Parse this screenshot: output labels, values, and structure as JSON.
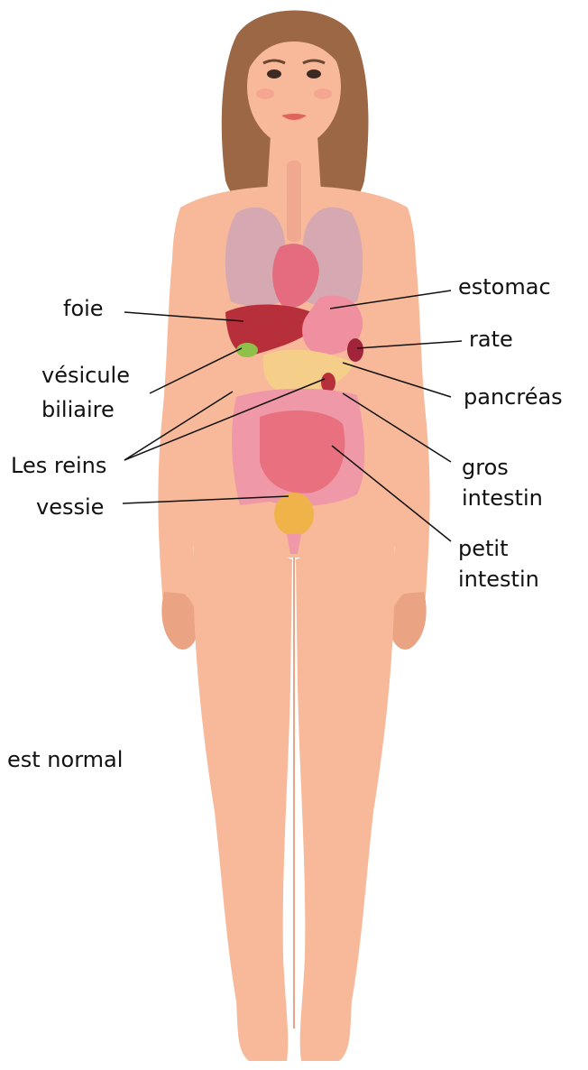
{
  "labels": {
    "foie": "foie",
    "vesicule_1": "vésicule",
    "vesicule_2": "biliaire",
    "reins": "Les reins",
    "vessie": "vessie",
    "estomac": "estomac",
    "rate": "rate",
    "pancreas": "pancréas",
    "gros_1": "gros",
    "gros_2": "intestin",
    "petit_1": "petit",
    "petit_2": "intestin",
    "status": "est normal"
  },
  "colors": {
    "skin": "#f7b999",
    "skin_shadow": "#eba483",
    "hair": "#9b6744",
    "lung": "#d6a8b2",
    "heart": "#e56c7f",
    "liver": "#b62f3a",
    "gallbladder": "#8fc14a",
    "stomach": "#ef8fa0",
    "pancreas": "#f5cf8a",
    "spleen": "#a2243b",
    "intestine": "#ef98a7",
    "bladder": "#f0b34a",
    "leader_line": "#111111"
  }
}
